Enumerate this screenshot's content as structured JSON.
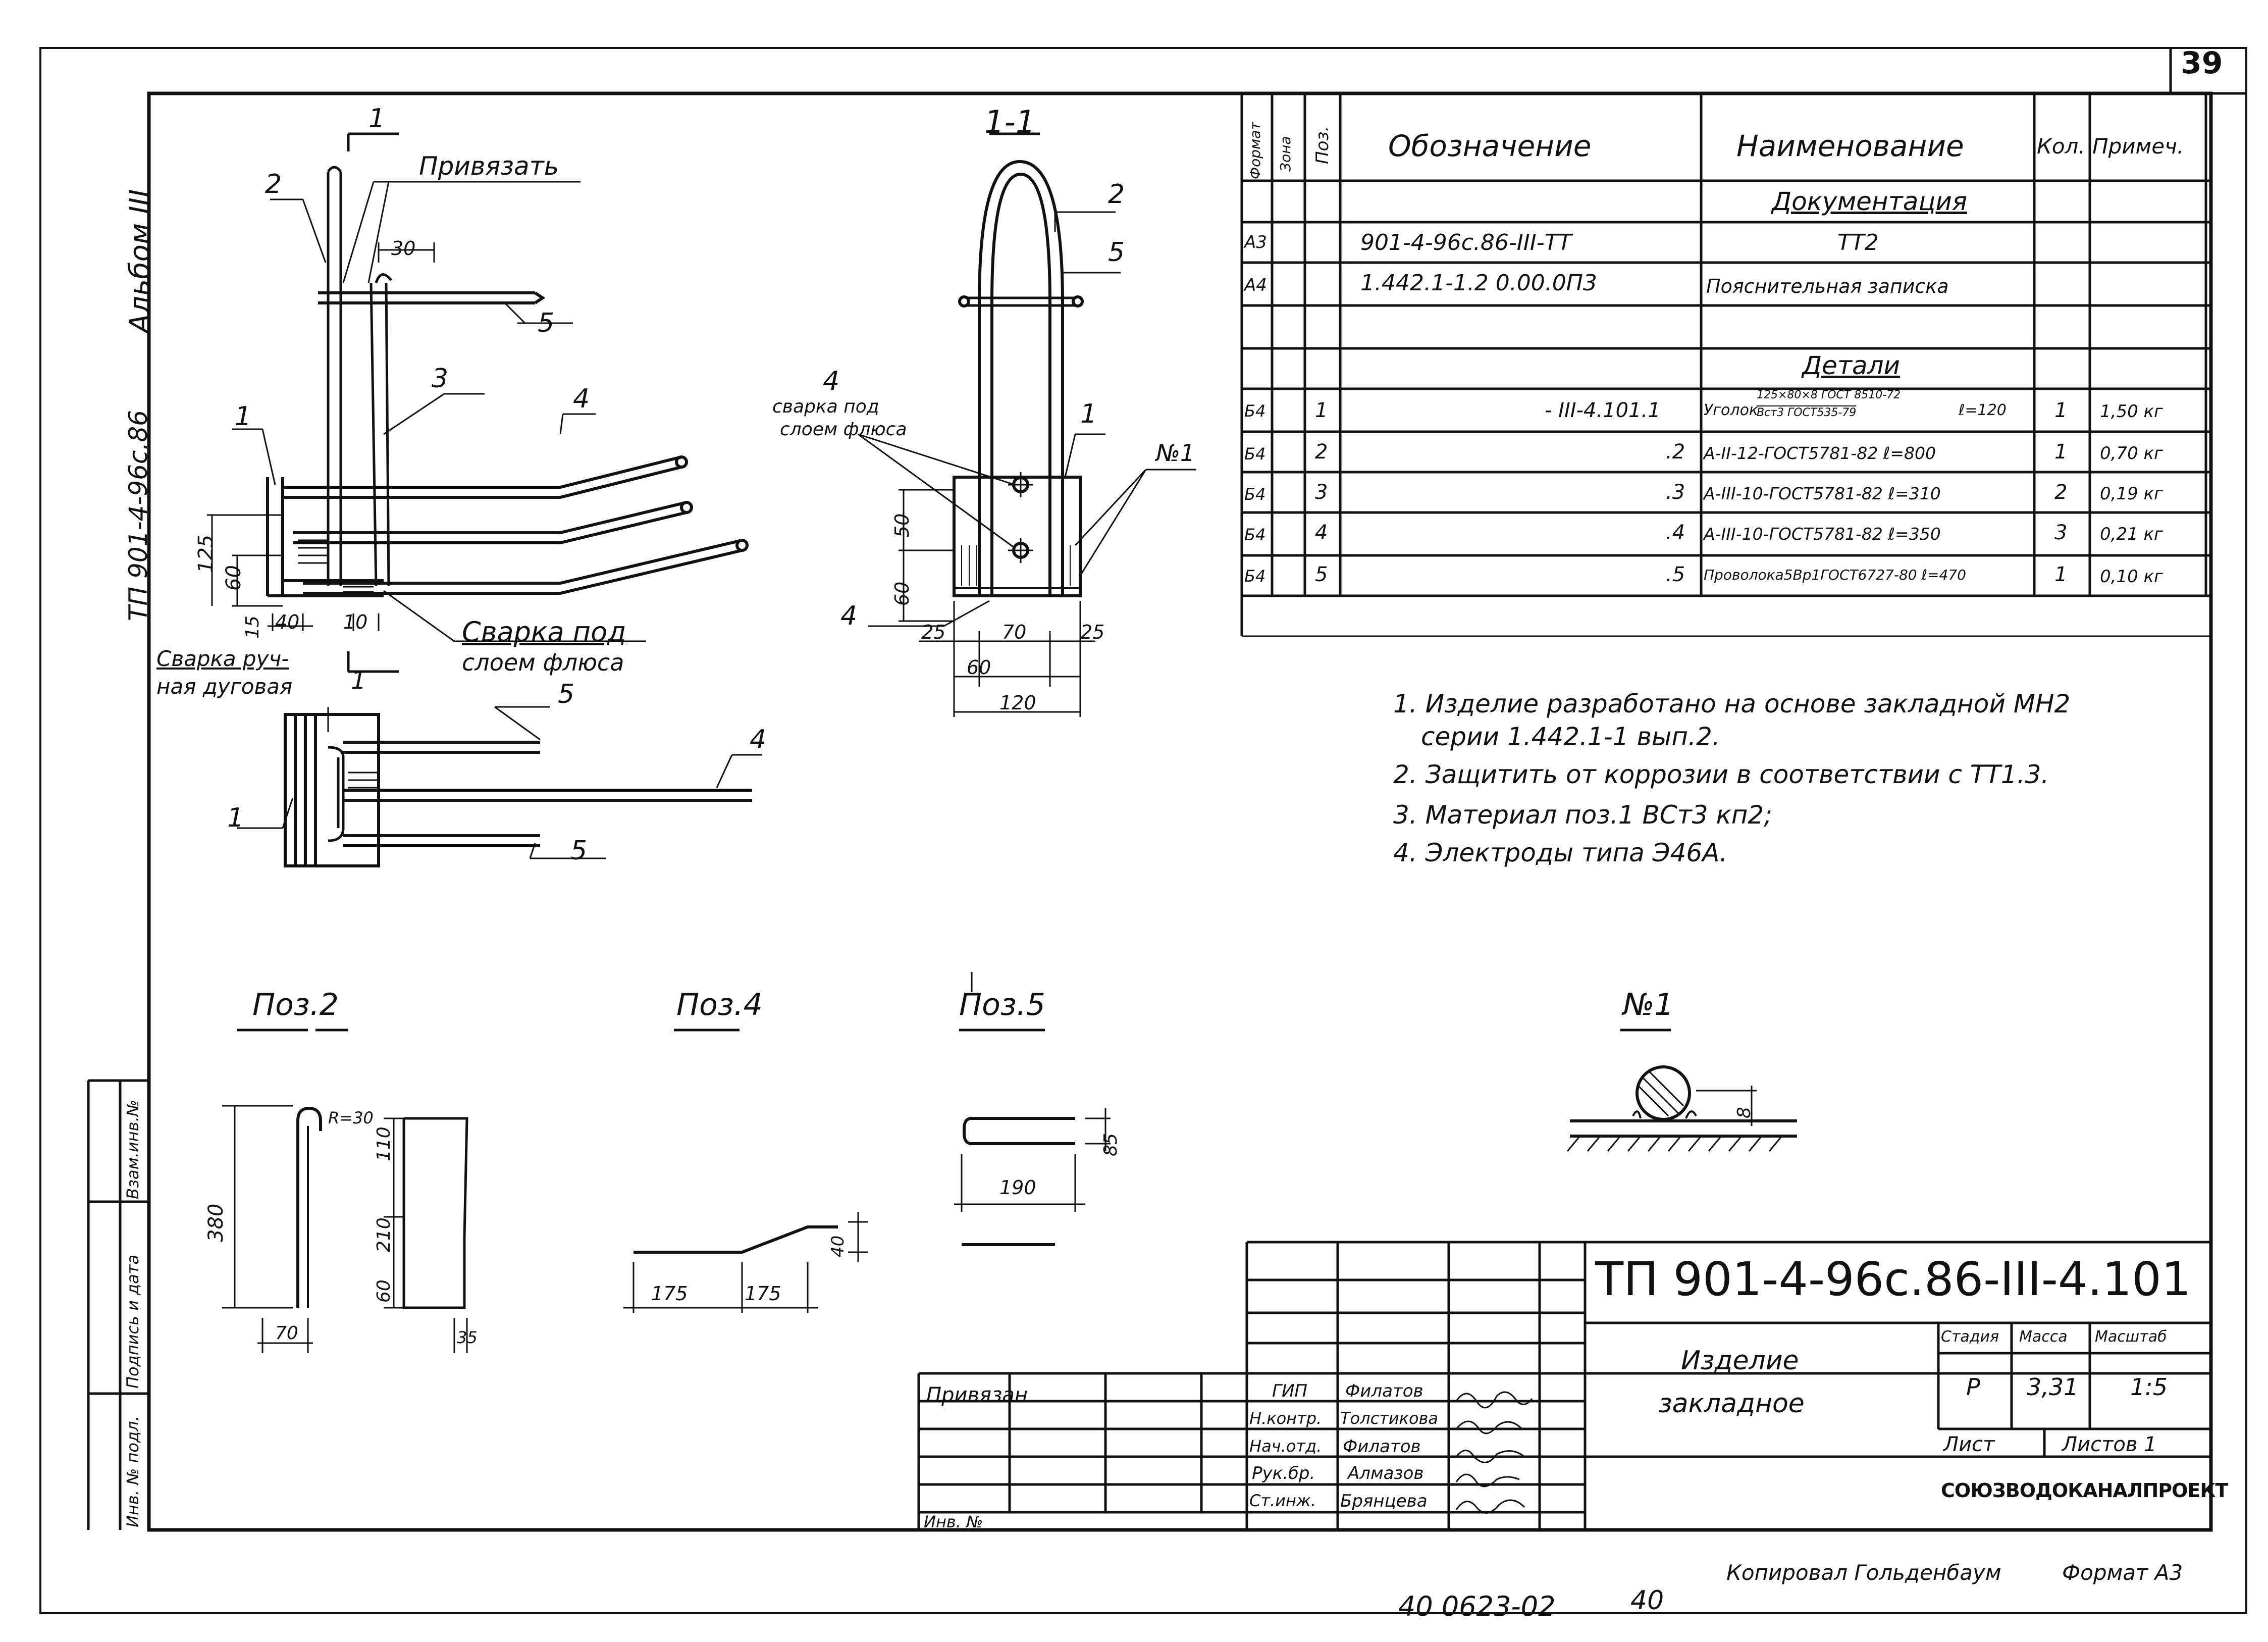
{
  "sheet_number": "39",
  "album_label": "Альбом III",
  "side_code": "ТП 901-4-96с.86",
  "drawing": {
    "labels": {
      "section_mark": "1",
      "bind_note": "Привязать",
      "weld_flux": "Сварка под",
      "weld_flux_2": "слоем флюса",
      "weld_manual": "Сварка руч-",
      "weld_manual_2": "ная дуговая",
      "section_title": "1-1",
      "weld_flux_small": "сварка под",
      "weld_flux_small_2": "слоем флюса",
      "node_mark": "№1"
    },
    "dims": {
      "d125": "125",
      "d60": "60",
      "d15": "15",
      "d40": "40",
      "d10": "10",
      "d30": "30",
      "d50": "50",
      "d60b": "60",
      "d25a": "25",
      "d70": "70",
      "d25b": "25",
      "d60c": "60",
      "d120": "120",
      "d380": "380",
      "r30": "R=30",
      "d70b": "70",
      "d110": "110",
      "d210": "210",
      "d60d": "60",
      "d35": "35",
      "d175a": "175",
      "d175b": "175",
      "d40b": "40",
      "d85": "85",
      "d190": "190",
      "d8": "8"
    },
    "positions": [
      "1",
      "2",
      "3",
      "4",
      "5"
    ],
    "details": {
      "poz2": "Поз.2",
      "poz4": "Поз.4",
      "poz5": "Поз.5"
    }
  },
  "spec": {
    "headers": {
      "format": "Формат",
      "zone": "Зона",
      "pos": "Поз.",
      "designation": "Обозначение",
      "name": "Наименование",
      "qty": "Кол.",
      "note": "Примеч."
    },
    "section_docs": "Документация",
    "section_parts": "Детали",
    "docs": [
      {
        "format": "А3",
        "designation": "901-4-96с.86-III-ТТ",
        "name": "ТТ2"
      },
      {
        "format": "А4",
        "designation": "1.442.1-1.2 0.00.0П3",
        "name": "Пояснительная записка"
      }
    ],
    "parts": [
      {
        "format": "Б4",
        "pos": "1",
        "designation": "- III-4.101.1",
        "name_top": "125×80×8 ГОСТ 8510-72",
        "name": "Уголок",
        "name_bot": "Вст3 ГОСТ535-79",
        "length": "ℓ=120",
        "qty": "1",
        "note": "1,50 кг"
      },
      {
        "format": "Б4",
        "pos": "2",
        "designation": ".2",
        "name": "А-II-12-ГОСТ5781-82 ℓ=800",
        "qty": "1",
        "note": "0,70 кг"
      },
      {
        "format": "Б4",
        "pos": "3",
        "designation": ".3",
        "name": "А-III-10-ГОСТ5781-82 ℓ=310",
        "qty": "2",
        "note": "0,19 кг"
      },
      {
        "format": "Б4",
        "pos": "4",
        "designation": ".4",
        "name": "А-III-10-ГОСТ5781-82 ℓ=350",
        "qty": "3",
        "note": "0,21 кг"
      },
      {
        "format": "Б4",
        "pos": "5",
        "designation": ".5",
        "name": "Проволока5Вр1ГОСТ6727-80 ℓ=470",
        "qty": "1",
        "note": "0,10 кг"
      }
    ]
  },
  "notes": [
    "1. Изделие разработано на основе закладной МН2",
    "серии 1.442.1-1 вып.2.",
    "2. Защитить от коррозии в соответствии с ТТ1.3.",
    "3. Материал поз.1 ВСт3 кп2;",
    "4. Электроды типа Э46А."
  ],
  "title_block": {
    "code": "ТП 901-4-96с.86-III-4.101",
    "title_1": "Изделие",
    "title_2": "закладное",
    "stage_label": "Стадия",
    "mass_label": "Масса",
    "scale_label": "Масштаб",
    "stage": "Р",
    "mass": "3,31",
    "scale": "1:5",
    "sheet_label": "Лист",
    "sheets_label": "Листов 1",
    "org": "СОЮЗВОДОКАНАЛПРОЕКТ",
    "bound": "Привязан",
    "inv": "Инв. №",
    "roles": [
      {
        "role": "ГИП",
        "name": "Филатов"
      },
      {
        "role": "Н.контр.",
        "name": "Толстикова"
      },
      {
        "role": "Нач.отд.",
        "name": "Филатов"
      },
      {
        "role": "Рук.бр.",
        "name": "Алмазов"
      },
      {
        "role": "Ст.инж.",
        "name": "Брянцева"
      }
    ]
  },
  "left_strip": {
    "c1": "Взам.инв.№",
    "c2": "Подпись и дата",
    "c3": "Инв. № подл."
  },
  "footer": {
    "copied": "Копировал Гольденбаум",
    "format": "Формат А3",
    "stamp": "40 0623-02",
    "page": "40"
  }
}
